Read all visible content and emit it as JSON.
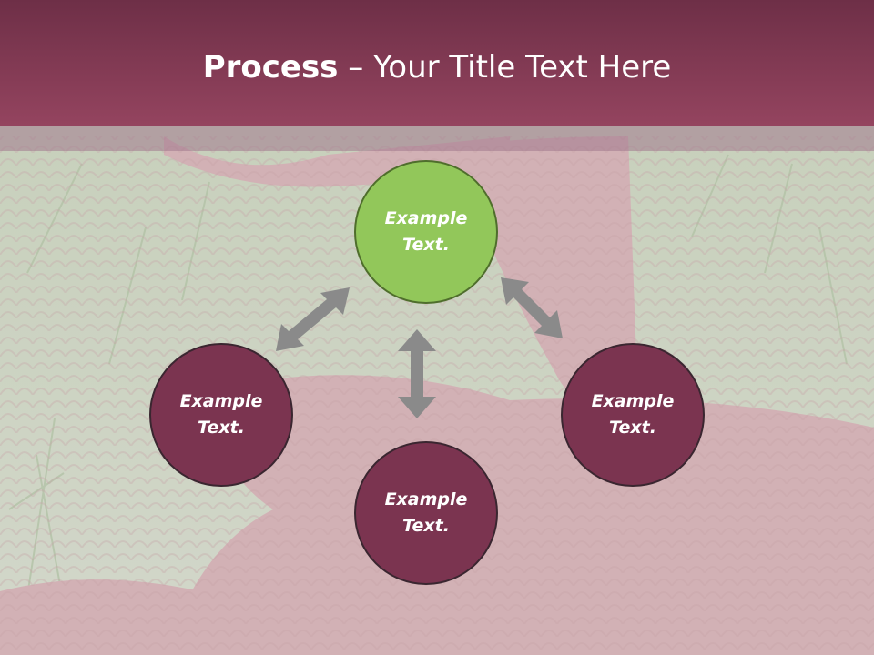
{
  "title": {
    "bold": "Process",
    "rest": " – Your Title Text Here"
  },
  "nodes": {
    "top": "Example Text.",
    "left": "Example Text.",
    "right": "Example Text.",
    "bottom": "Example Text."
  },
  "colors": {
    "title_bar": "#7e3a52",
    "node_maroon": "#7b3450",
    "node_green": "#92c75a",
    "arrow": "#8a8a8a"
  }
}
